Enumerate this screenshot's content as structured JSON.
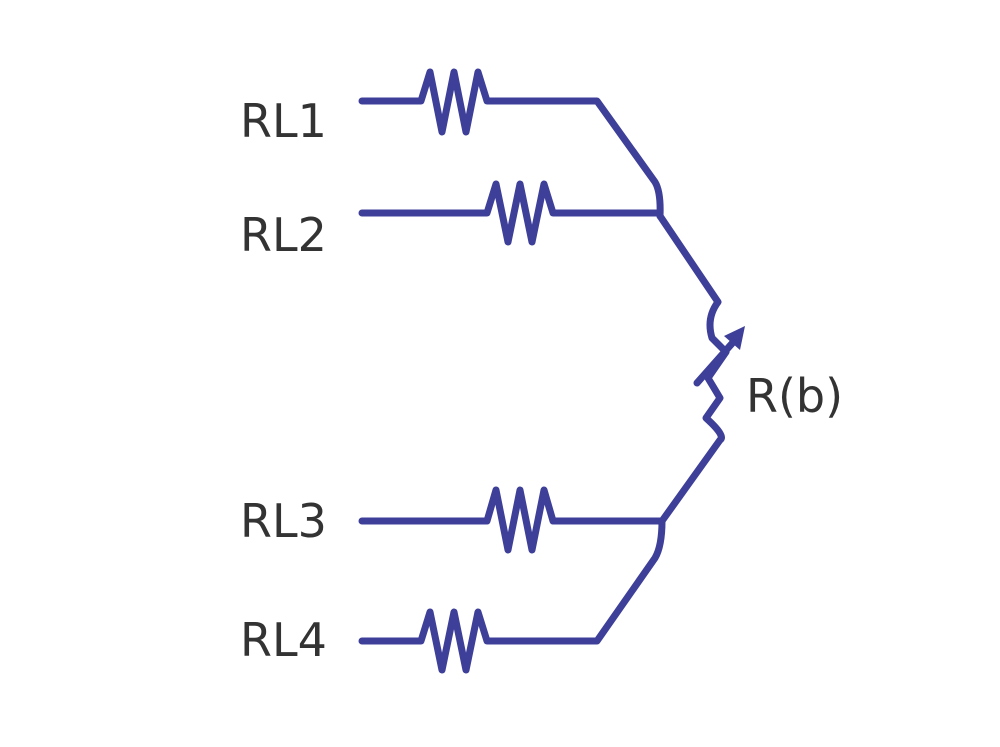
{
  "diagram": {
    "labels": {
      "rl1": "RL1",
      "rl2": "RL2",
      "rl3": "RL3",
      "rl4": "RL4",
      "rb": "R(b)"
    },
    "wire_color": "#3d3f98",
    "text_color": "#333333",
    "components": [
      {
        "id": "RL1",
        "type": "fixed-resistor"
      },
      {
        "id": "RL2",
        "type": "fixed-resistor"
      },
      {
        "id": "RL3",
        "type": "fixed-resistor"
      },
      {
        "id": "RL4",
        "type": "fixed-resistor"
      },
      {
        "id": "R(b)",
        "type": "variable-resistor"
      }
    ]
  }
}
